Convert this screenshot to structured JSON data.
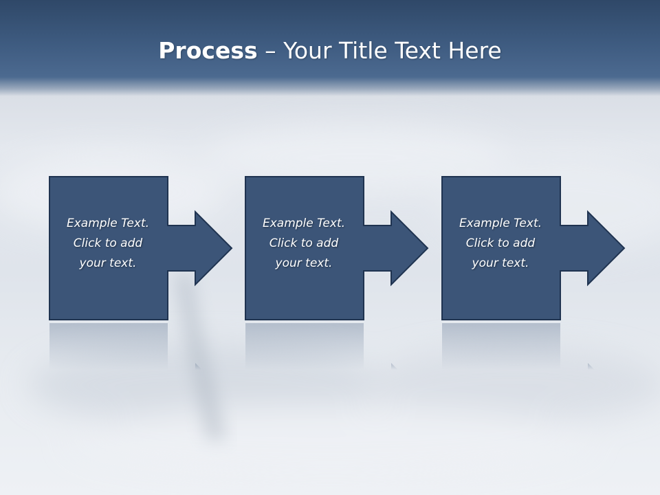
{
  "slide": {
    "title_bold": "Process",
    "title_rest": " – Your Title Text Here"
  },
  "steps": [
    {
      "lines": [
        "Example Text.",
        "Click  to add",
        "your text."
      ]
    },
    {
      "lines": [
        "Example Text.",
        "Click  to add",
        "your text."
      ]
    },
    {
      "lines": [
        "Example Text.",
        "Click  to add",
        "your text."
      ]
    }
  ],
  "colors": {
    "header": "#3e5b80",
    "box_fill": "#3c5578",
    "box_stroke": "#1f3350",
    "title_text": "#ffffff",
    "box_text": "#ffffff"
  }
}
